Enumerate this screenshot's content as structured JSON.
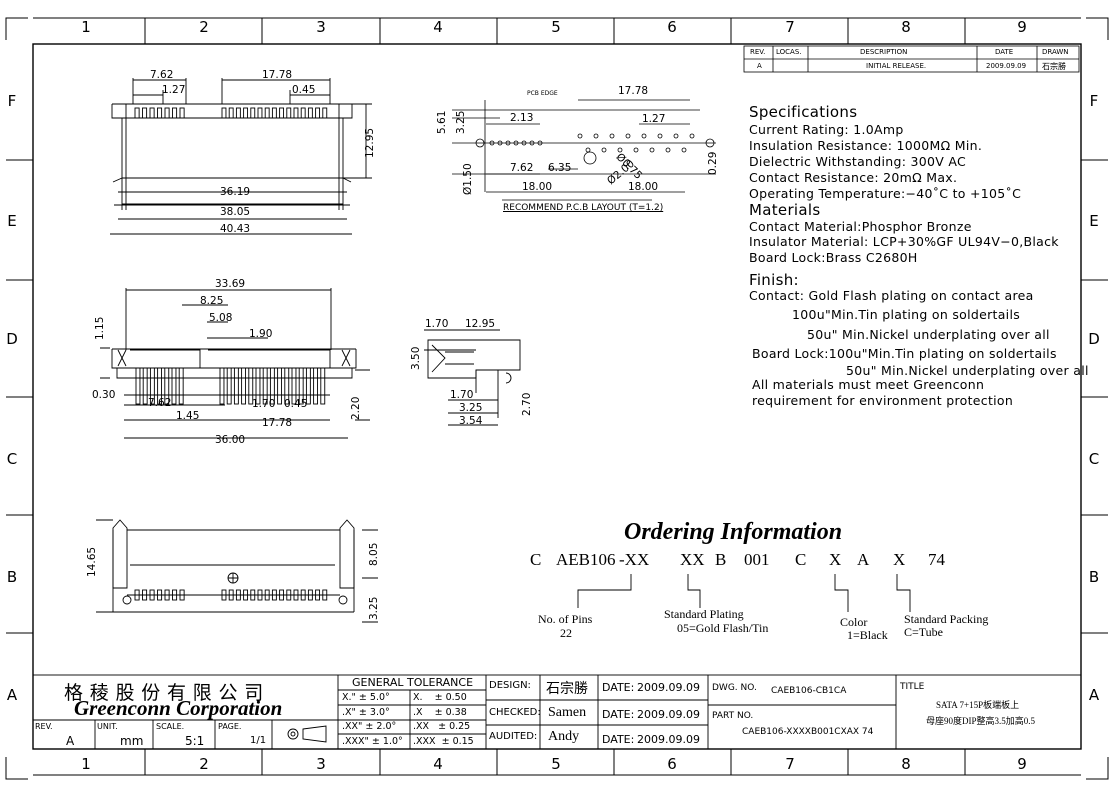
{
  "zones": {
    "top": [
      "1",
      "2",
      "3",
      "4",
      "5",
      "6",
      "7",
      "8",
      "9"
    ],
    "side": [
      "F",
      "E",
      "D",
      "C",
      "B",
      "A"
    ]
  },
  "revision_table": {
    "headers": [
      "REV.",
      "LOCAS.",
      "DESCRIPTION",
      "DATE",
      "DRAWN"
    ],
    "row": {
      "rev": "A",
      "locas": "",
      "description": "INITIAL RELEASE.",
      "date": "2009.09.09",
      "drawn": "石宗勝"
    }
  },
  "top_view": {
    "dims": [
      "7.62",
      "1.27",
      "17.78",
      "0.45",
      "12.95",
      "36.19",
      "38.05",
      "40.43"
    ]
  },
  "pcb_layout": {
    "label_edge": "PCB EDGE",
    "dims": [
      "5.61",
      "3.25",
      "2.13",
      "17.78",
      "1.27",
      "7.62",
      "6.35",
      "Ø0.75",
      "Ø2.00",
      "18.00",
      "18.00",
      "0.29",
      "Ø1.50"
    ],
    "caption": "RECOMMEND P.C.B LAYOUT (T=1.2)"
  },
  "front_view": {
    "dims": [
      "33.69",
      "8.25",
      "5.08",
      "1.90",
      "1.15",
      "0.30",
      "7.62",
      "1.45",
      "1.70",
      "0.45",
      "17.78",
      "36.00",
      "2.20"
    ]
  },
  "side_view": {
    "dims": [
      "1.70",
      "12.95",
      "3.50",
      "1.70",
      "3.25",
      "3.54",
      "2.70"
    ]
  },
  "bottom_view": {
    "dims": [
      "14.65",
      "8.05",
      "3.25"
    ]
  },
  "specifications": {
    "title": "Specifications",
    "lines": [
      "Current Rating: 1.0Amp",
      "Insulation Resistance: 1000MΩ Min.",
      "Dielectric Withstanding: 300V AC",
      "Contact Resistance: 20mΩ Max.",
      "Operating Temperature:−40˚C to +105˚C"
    ],
    "materials_title": "Materials",
    "materials": [
      "Contact Material:Phosphor Bronze",
      "Insulator Material: LCP+30%GF UL94V−0,Black",
      "Board Lock:Brass C2680H"
    ],
    "finish_title": "Finish:",
    "finish": [
      "Contact: Gold Flash plating on contact area",
      "100u\"Min.Tin plating on soldertails",
      "50u\" Min.Nickel underplating over all",
      "Board Lock:100u\"Min.Tin plating on soldertails",
      "50u\" Min.Nickel underplating over all",
      "All materials must meet Greenconn",
      "requirement for environment protection"
    ]
  },
  "ordering": {
    "title": "Ordering Information",
    "code": [
      "C",
      "AEB106",
      "-XX",
      "XX",
      "B",
      "001",
      "C",
      "X",
      "A",
      "X",
      "74"
    ],
    "notes": [
      {
        "line1": "No. of Pins",
        "line2": "22"
      },
      {
        "line1": "Standard Plating",
        "line2": "05=Gold Flash/Tin"
      },
      {
        "line1": "Color",
        "line2": "1=Black"
      },
      {
        "line1": "Standard Packing",
        "line2": "C=Tube"
      }
    ]
  },
  "title_block": {
    "company_cn": "格 稜 股 份 有 限 公 司",
    "company_en": "Greenconn Corporation",
    "rev_label": "REV.",
    "rev": "A",
    "unit_label": "UNIT.",
    "unit": "mm",
    "scale_label": "SCALE.",
    "scale": "5:1",
    "page_label": "PAGE.",
    "page": "1/1",
    "tolerance_title": "GENERAL TOLERANCE",
    "tolerances": [
      [
        "X.\" ± 5.0°",
        "X.    ± 0.50"
      ],
      [
        ".X\" ± 3.0°",
        ".X    ± 0.38"
      ],
      [
        ".XX\" ± 2.0°",
        ".XX   ± 0.25"
      ],
      [
        ".XXX\" ± 1.0°",
        ".XXX  ± 0.15"
      ]
    ],
    "design_label": "DESIGN:",
    "design": "石宗勝",
    "checked_label": "CHECKED:",
    "checked": "Samen",
    "audited_label": "AUDITED:",
    "audited": "Andy",
    "date_label": "DATE:",
    "dates": [
      "2009.09.09",
      "2009.09.09",
      "2009.09.09"
    ],
    "dwg_label": "DWG. NO.",
    "dwg_no": "CAEB106-CB1CA",
    "part_label": "PART NO.",
    "part_no": "CAEB106-XXXXB001CXAX 74",
    "title_label": "TITLE",
    "title_line1": "SATA 7+15P板端板上",
    "title_line2": "母座90度DIP整高3.5加高0.5"
  }
}
